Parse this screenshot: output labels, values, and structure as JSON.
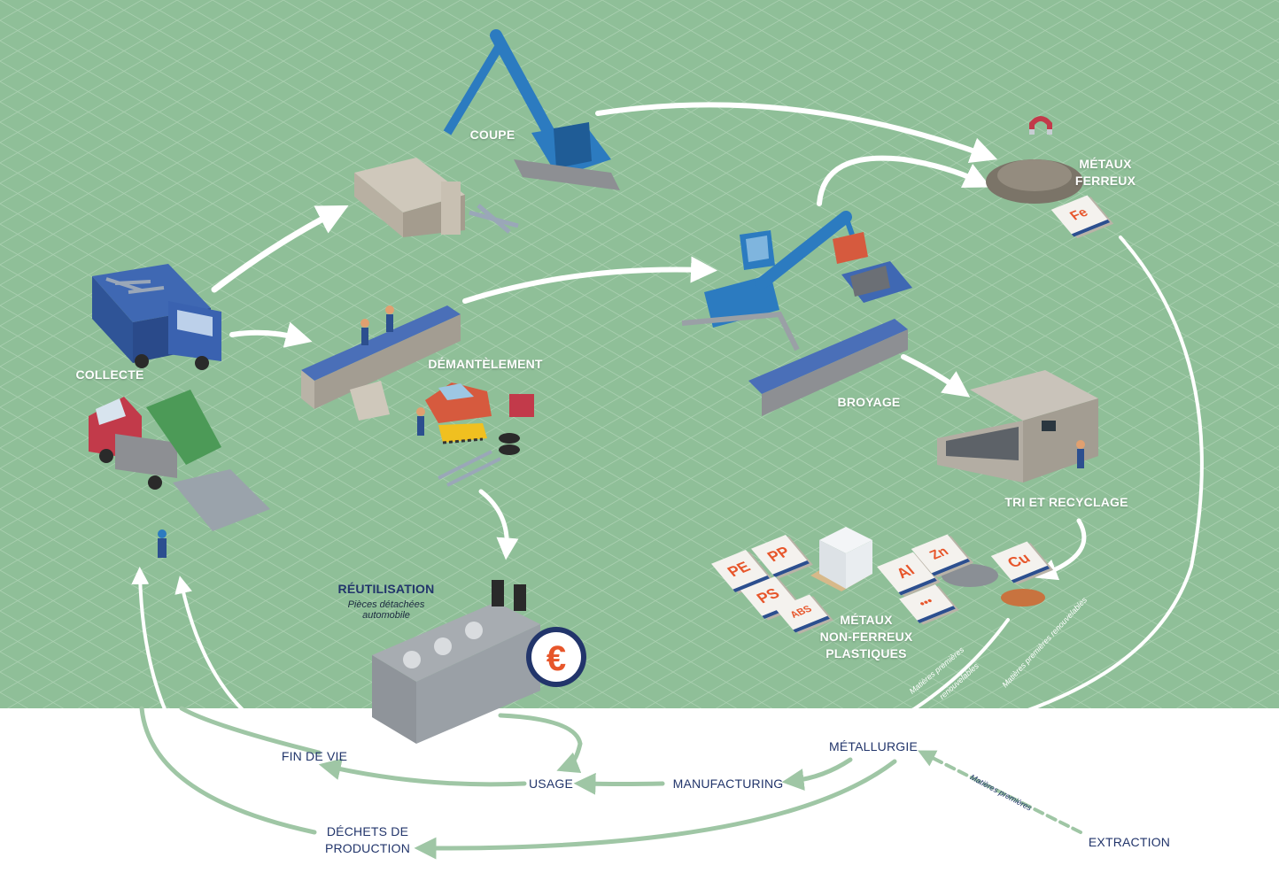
{
  "labels": {
    "coupe": "COUPE",
    "metaux_ferreux": [
      "MÉTAUX",
      "FERREUX"
    ],
    "collecte": "COLLECTE",
    "demantelement": "DÉMANTÈLEMENT",
    "broyage": "BROYAGE",
    "tri_recyclage": "TRI ET RECYCLAGE",
    "reutilisation": "RÉUTILISATION",
    "reutilisation_sub": [
      "Pièces détachées",
      "automobile"
    ],
    "metaux_nonferreux": [
      "MÉTAUX",
      "NON-FERREUX",
      "PLASTIQUES"
    ],
    "metallurgie": "MÉTALLURGIE",
    "manufacturing": "MANUFACTURING",
    "usage": "USAGE",
    "fin_de_vie": "FIN DE VIE",
    "dechets_production": [
      "DÉCHETS DE",
      "PRODUCTION"
    ],
    "extraction": "EXTRACTION"
  },
  "flow_notes": {
    "mp_renouvelables_1a": "Matières premières",
    "mp_renouvelables_1b": "renouvelables",
    "mp_renouvelables_2": "Matières premières renouvelables",
    "mp": "Matières premières"
  },
  "material_tiles": [
    "PE",
    "PP",
    "PS",
    "ABS",
    "Al",
    "Zn",
    "Cu",
    "•••",
    "Fe"
  ],
  "icons": {
    "euro": "€",
    "magnet": "magnet-icon"
  },
  "colors": {
    "background_green": "#8fbf98",
    "arrow_white": "#ffffff",
    "arrow_green": "#9fc6a5",
    "label_navy": "#22356b",
    "accent_orange": "#e7562b",
    "machine_blue": "#2c7bc0"
  }
}
